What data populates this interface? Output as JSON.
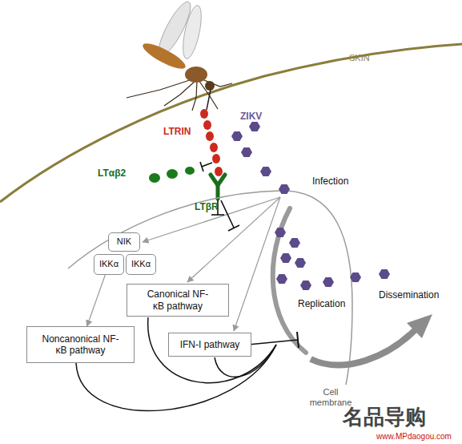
{
  "diagram": {
    "nodes": [
      {
        "text": [
          "NIK"
        ]
      },
      {
        "text": [
          "IKKα"
        ]
      },
      {
        "text": [
          "IKKα"
        ]
      },
      {
        "text": [
          "Canonical NF-κB pathway"
        ]
      },
      {
        "text": [
          "Noncanonical NF-κB pathway"
        ]
      },
      {
        "text": [
          "IFN-I pathway"
        ]
      }
    ],
    "edges": [
      {
        "from": 1,
        "to": 4,
        "arrow": "to"
      }
    ],
    "labels": [
      "SKIN",
      "ZIKV",
      "LTRIN",
      "LTαβ2",
      "Infection",
      "LTβR",
      "Replication",
      "Dissemination",
      "Cell membrane",
      "名品导购",
      "www.MPdaogou.com"
    ]
  }
}
